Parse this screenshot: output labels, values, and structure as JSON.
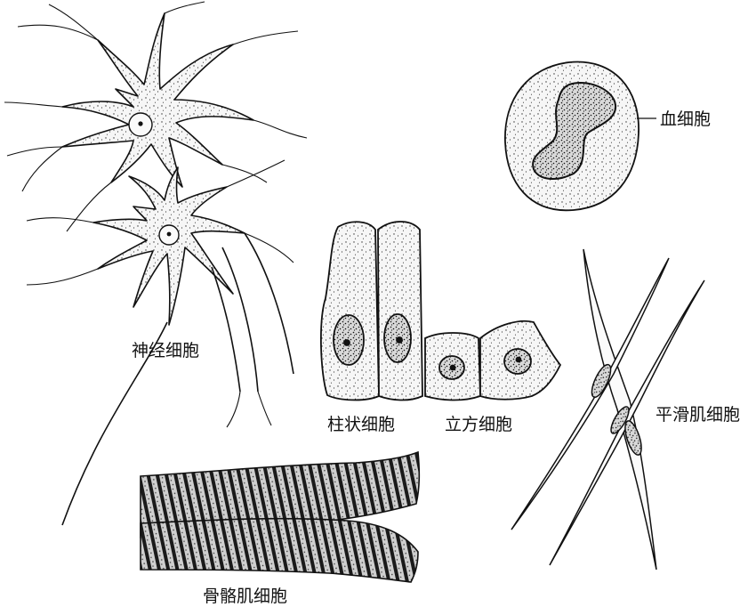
{
  "labels": {
    "neuron": "神经细胞",
    "blood": "血细胞",
    "columnar": "柱状细胞",
    "cuboidal": "立方细胞",
    "smooth_muscle": "平滑肌细胞",
    "skeletal_muscle": "骨骼肌细胞"
  },
  "style": {
    "ink": "#111111",
    "cell_fill": "#f2f2f2",
    "stipple": "#222222"
  }
}
